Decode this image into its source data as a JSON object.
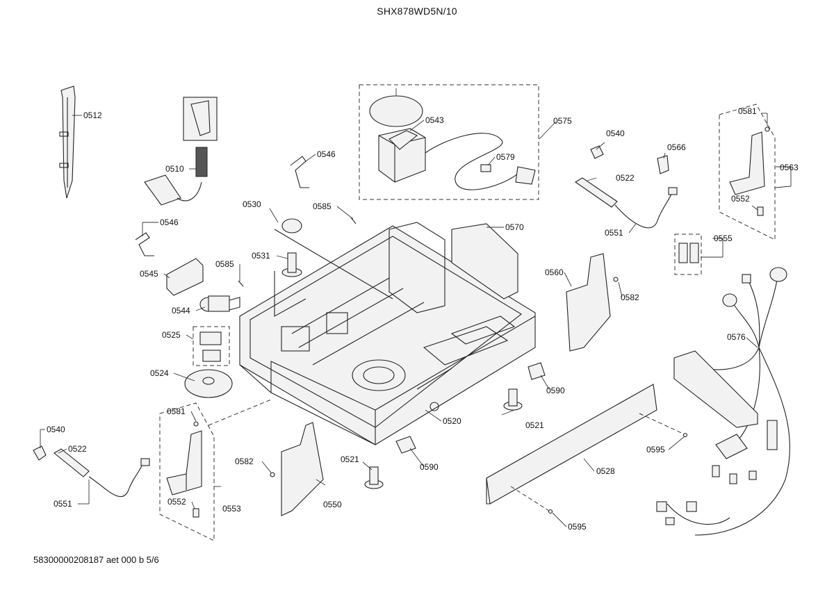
{
  "header": {
    "model": "SHX878WD5N/10"
  },
  "footer": {
    "doc_ref": "58300000208187 aet 000 b 5/6"
  },
  "callouts": {
    "c0512": "0512",
    "c0510": "0510",
    "c0546a": "0546",
    "c0546b": "0546",
    "c0545": "0545",
    "c0585a": "0585",
    "c0585b": "0585",
    "c0544": "0544",
    "c0525": "0525",
    "c0524": "0524",
    "c0581a": "0581",
    "c0540a": "0540",
    "c0522a": "0522",
    "c0551a": "0551",
    "c0552a": "0552",
    "c0553": "0553",
    "c0530": "0530",
    "c0531": "0531",
    "c0543": "0543",
    "c0579": "0579",
    "c0575": "0575",
    "c0570": "0570",
    "c0520": "0520",
    "c0521a": "0521",
    "c0521b": "0521",
    "c0590a": "0590",
    "c0590b": "0590",
    "c0582a": "0582",
    "c0550": "0550",
    "c0540b": "0540",
    "c0522b": "0522",
    "c0566": "0566",
    "c0551b": "0551",
    "c0560": "0560",
    "c0582b": "0582",
    "c0555": "0555",
    "c0581b": "0581",
    "c0563": "0563",
    "c0552b": "0552",
    "c0576": "0576",
    "c0528": "0528",
    "c0595a": "0595",
    "c0595b": "0595"
  }
}
